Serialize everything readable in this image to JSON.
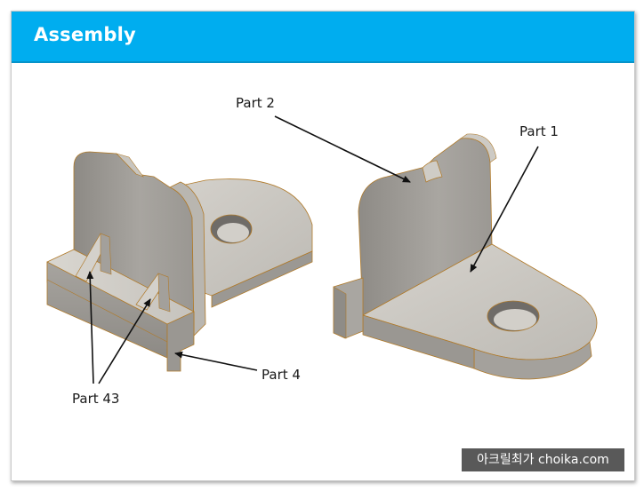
{
  "slide": {
    "title": "Assembly"
  },
  "callouts": {
    "part2": "Part 2",
    "part1": "Part 1",
    "part4": "Part 4",
    "part43": "Part 43"
  },
  "watermark": {
    "text": "아크릴최가 choika.com"
  },
  "colors": {
    "header": "#00adef",
    "part_face_light": "#c9c6c0",
    "part_face_dark": "#8f8c87",
    "part_edge": "#b07a2a"
  }
}
